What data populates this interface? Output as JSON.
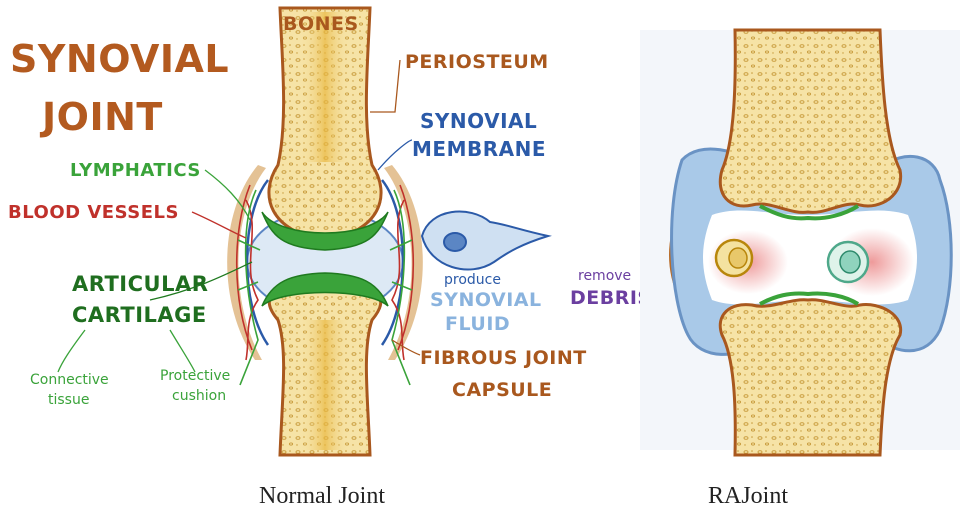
{
  "colors": {
    "title": "#b35a1f",
    "bone_label": "#a9581e",
    "cartilage": "#2e9a2e",
    "lymphatics": "#3aa33a",
    "blood": "#c0312b",
    "membrane": "#2b5aa8",
    "fluid": "#8ab3de",
    "debris": "#6b3fa0",
    "bone": "#f6e3a6",
    "marrow": "#e8b53a"
  },
  "left_diagram": {
    "title_line1": "SYNOVIAL",
    "title_line2": "JOINT",
    "labels": {
      "bones": "BONES",
      "periosteum": "PERIOSTEUM",
      "synovial_membrane_line1": "SYNOVIAL",
      "synovial_membrane_line2": "MEMBRANE",
      "lymphatics": "LYMPHATICS",
      "blood_vessels": "BLOOD VESSELS",
      "articular_line1": "ARTICULAR",
      "articular_line2": "CARTILAGE",
      "connective_line1": "Connective",
      "connective_line2": "tissue",
      "protective_line1": "Protective",
      "protective_line2": "cushion",
      "produce": "produce",
      "synovial_fluid_line1": "SYNOVIAL",
      "synovial_fluid_line2": "FLUID",
      "remove": "remove",
      "debris": "DEBRIS",
      "fibrous_line1": "FIBROUS JOINT",
      "fibrous_line2": "CAPSULE"
    },
    "caption": "Normal Joint"
  },
  "right_diagram": {
    "caption": "RAJoint"
  }
}
